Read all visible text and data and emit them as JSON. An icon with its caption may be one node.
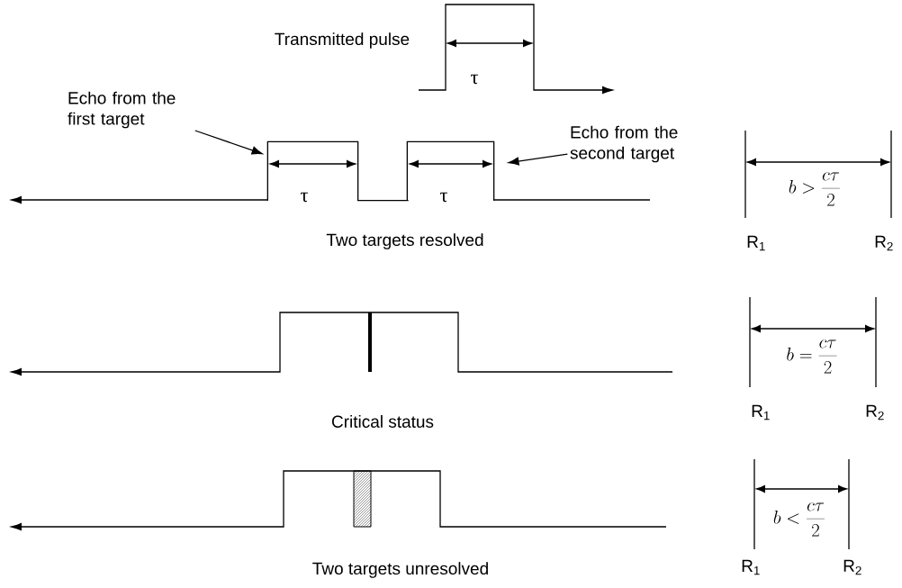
{
  "diagram": {
    "nodes": [
      {
        "text": [
          "Echo from the first target"
        ]
      },
      {
        "text": [],
        "shape": "box"
      },
      {
        "text": [
          "Echo from the second target"
        ]
      },
      {
        "text": [],
        "shape": "box"
      }
    ],
    "edges": [
      {
        "from": 0,
        "to": 1,
        "arrow": "to"
      },
      {
        "from": 2,
        "to": 3,
        "arrow": "to"
      }
    ],
    "labels": [
      "Transmitted pulse",
      "τ",
      "τ",
      "τ",
      "b > \\frac{c\\tau}{2}",
      "R$_{1}$",
      "R$_{2}$",
      "Two targets resolved",
      "b = \\frac{c\\tau}{2}",
      "R$_{1}$",
      "R$_{2}$",
      "Critical status",
      "b < \\frac{c\\tau}{2}",
      "R$_{1}$",
      "R$_{2}$",
      "Two targets unresolved"
    ]
  }
}
